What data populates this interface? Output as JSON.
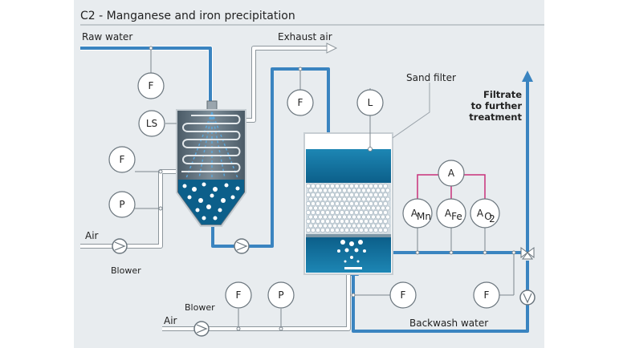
{
  "title": "C2 - Manganese and iron precipitation",
  "labels": {
    "raw_water": "Raw water",
    "exhaust_air": "Exhaust air",
    "sand_filter": "Sand filter",
    "filtrate_line1": "Filtrate",
    "filtrate_line2": "to further",
    "filtrate_line3": "treatment",
    "air_top": "Air",
    "blower_top": "Blower",
    "air_bottom": "Air",
    "blower_bottom": "Blower",
    "backwash_water": "Backwash water"
  },
  "instruments": {
    "f_raw": "F",
    "ls_tank": "LS",
    "f_air_in": "F",
    "p_air_in": "P",
    "f_exhaust": "F",
    "l_filter": "L",
    "a_main": "A",
    "a_mn": "A",
    "a_mn_sub": "Mn",
    "a_fe": "A",
    "a_fe_sub": "Fe",
    "a_o2": "A",
    "a_o2_sub": "O",
    "a_o2_subsub": "2",
    "f_bw_air": "F",
    "p_bw_air": "P",
    "f_backwash": "F",
    "f_filtrate": "F"
  },
  "colors": {
    "panel": "#e8ecef",
    "pipe_blue": "#3a84c0",
    "water_dark": "#0c5f8a",
    "air_pipe": "#ffffff",
    "analysis_link": "#c8307a"
  }
}
